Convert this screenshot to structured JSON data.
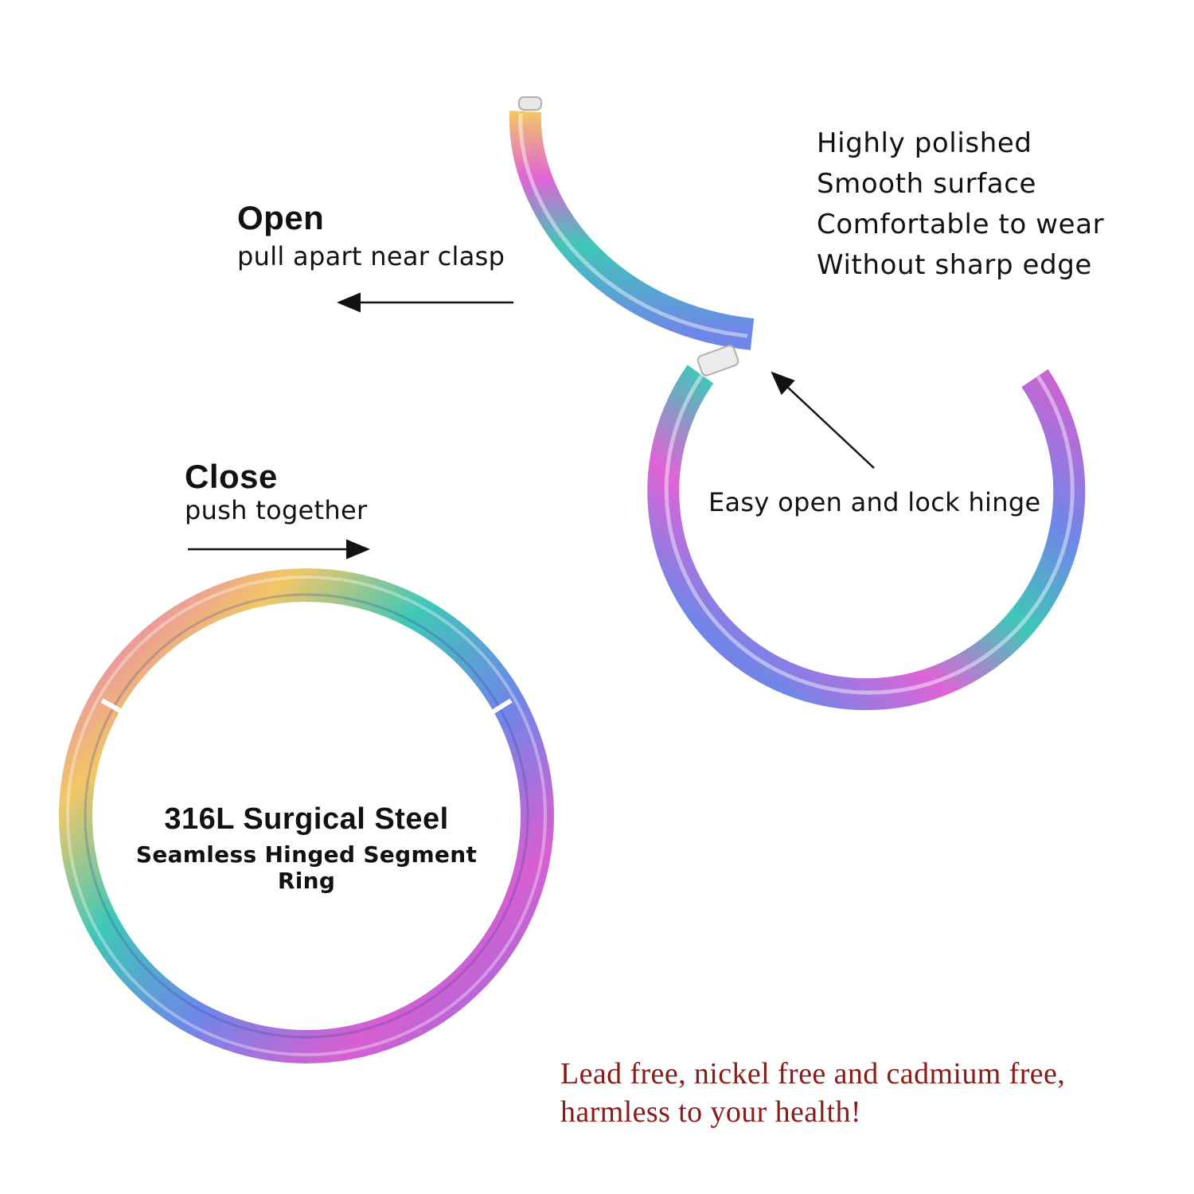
{
  "open": {
    "title": "Open",
    "subtitle": "pull apart near clasp"
  },
  "close": {
    "title": "Close",
    "subtitle": "push together"
  },
  "features": [
    "Highly polished",
    "Smooth surface",
    "Comfortable to wear",
    "Without sharp edge"
  ],
  "hinge_label": "Easy open and lock hinge",
  "product": {
    "material": "316L Surgical Steel",
    "type": "Seamless Hinged Segment Ring"
  },
  "notice": {
    "line1": "Lead free, nickel free and cadmium free,",
    "line2": "harmless to your health!"
  },
  "colors": {
    "text": "#111111",
    "notice": "#8b1a1a",
    "ring_magenta": "#d85fd0",
    "ring_teal": "#3fc7b8",
    "ring_blue": "#6f86e8",
    "ring_yellow": "#f2c766"
  }
}
